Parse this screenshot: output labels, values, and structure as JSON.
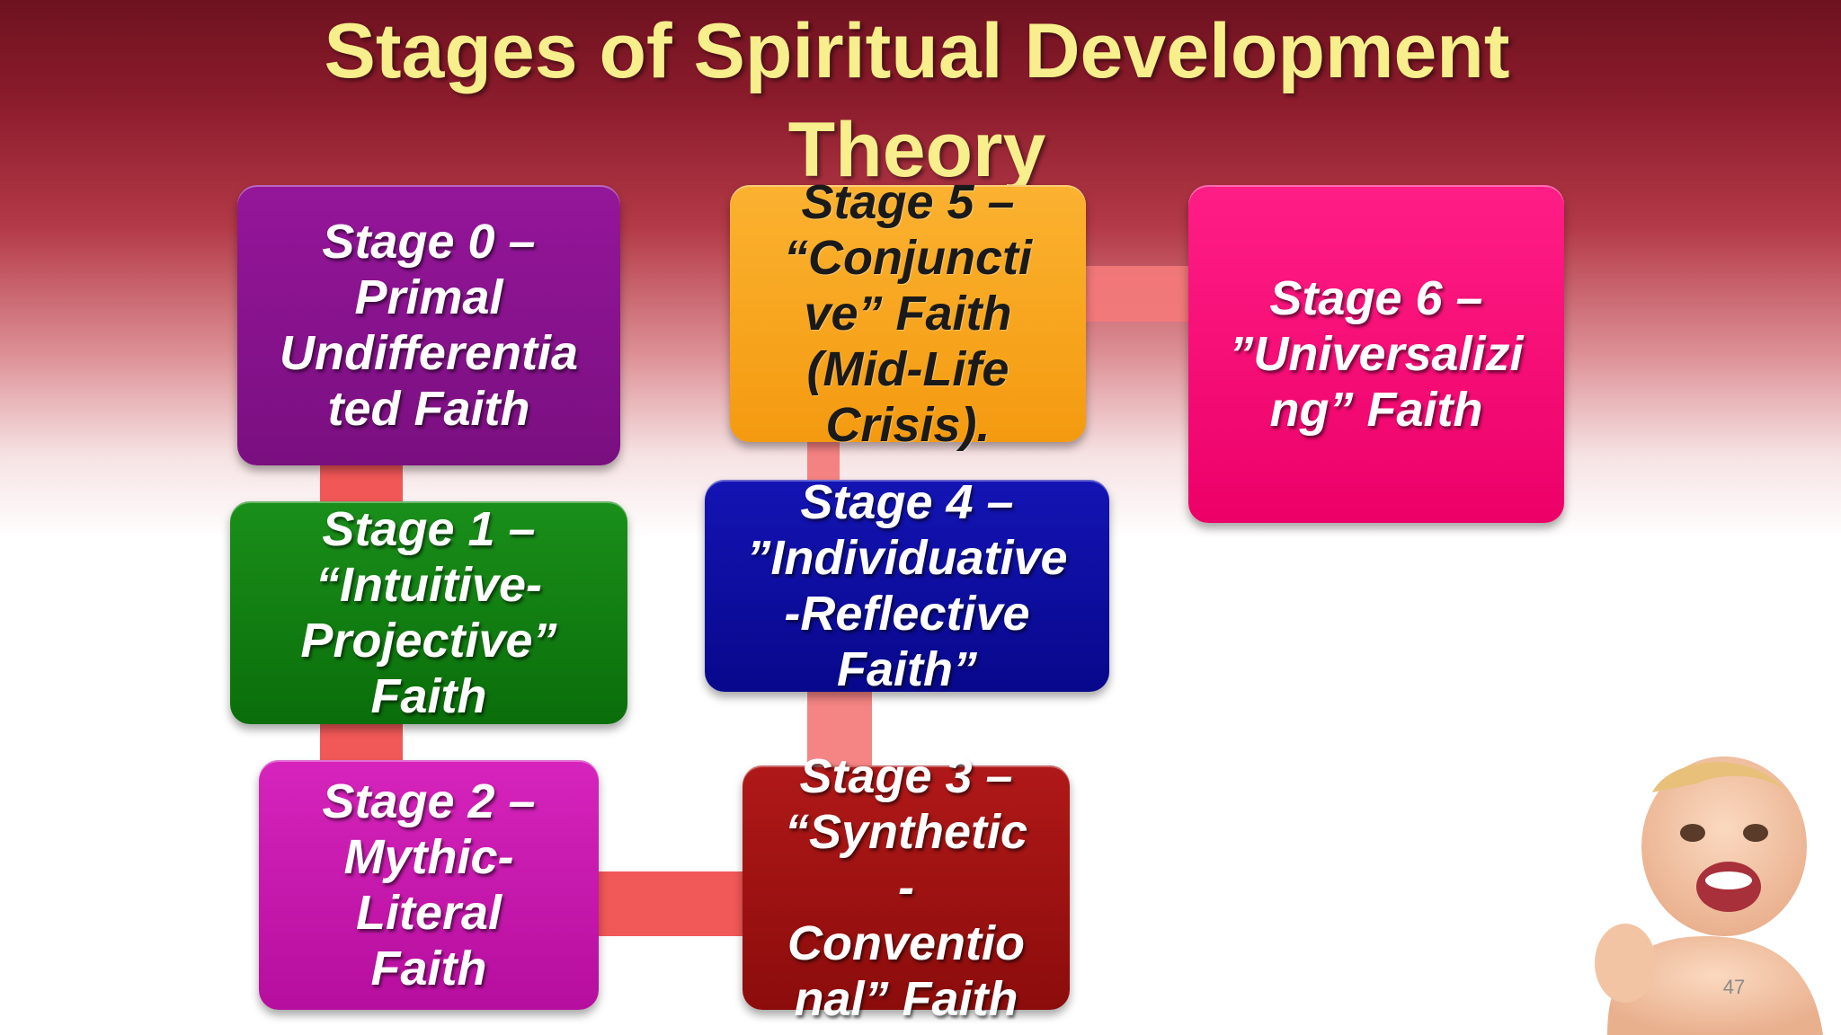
{
  "title": {
    "line1": "Stages of  Spiritual Development",
    "line2": "Theory"
  },
  "stages": [
    {
      "name": "stage-0",
      "text": "Stage 0 –\nPrimal\nUndifferentia\nted Faith",
      "color": "#800080"
    },
    {
      "name": "stage-1",
      "text": "Stage 1 –\n“Intuitive-\nProjective”\nFaith",
      "color": "#0a7a0a"
    },
    {
      "name": "stage-2",
      "text": "Stage 2 –\nMythic-\nLiteral\nFaith",
      "color": "#cc14b0"
    },
    {
      "name": "stage-3",
      "text": "Stage 3 –\n“Synthetic\n-\nConventio\nnal” Faith",
      "color": "#a01010"
    },
    {
      "name": "stage-4",
      "text": "Stage 4 –\n”Individuative\n-Reflective\nFaith”",
      "color": "#0b0b9e"
    },
    {
      "name": "stage-5",
      "text": "Stage 5 –\n“Conjuncti\nve” Faith\n(Mid-Life\nCrisis).",
      "color": "#f9a11b"
    },
    {
      "name": "stage-6",
      "text": "Stage 6 –\n”Universalizi\nng” Faith",
      "color": "#ff0a78"
    }
  ],
  "colors": {
    "title_text": "#f7ee8c",
    "connector": "#f04a4a"
  },
  "slide_number": "47"
}
